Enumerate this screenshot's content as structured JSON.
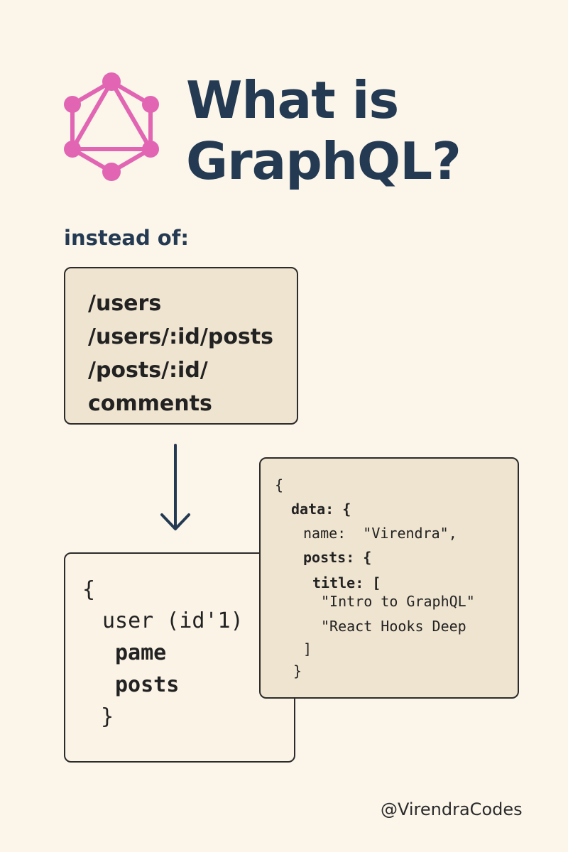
{
  "title": {
    "line1": "What is",
    "line2": "GraphQL?"
  },
  "logo": {
    "icon": "graphql-logo-icon",
    "color": "#e165b3"
  },
  "rest": {
    "label": "instead of:",
    "endpoints": [
      "/users",
      "/users/:id/posts",
      "/posts/:id/",
      "comments"
    ]
  },
  "arrow": {
    "icon": "arrow-down-icon"
  },
  "query": {
    "lines": [
      "{",
      "user (id'1)",
      "pame",
      "posts",
      "}"
    ]
  },
  "response": {
    "lines": [
      "{",
      "data: {",
      "name:  \"Virendra\",",
      "posts: {",
      "title: [",
      "\"Intro to GraphQL\"",
      "\"React Hooks Deep",
      "]",
      "}"
    ]
  },
  "footer": {
    "handle": "@VirendraCodes"
  },
  "colors": {
    "background": "#fbf5ea",
    "title": "#243a52",
    "box_fill": "#efe4d0",
    "accent": "#e165b3"
  }
}
